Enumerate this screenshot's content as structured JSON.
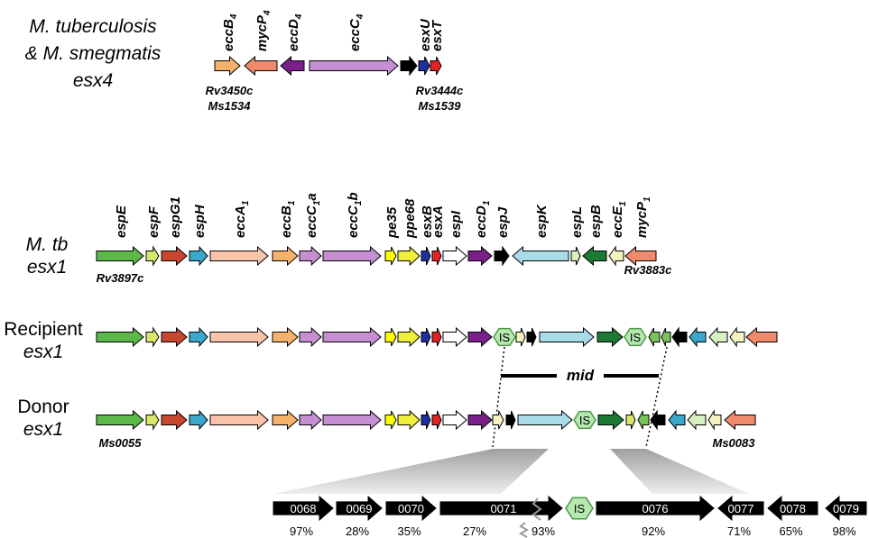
{
  "header": {
    "line1": "M. tuberculosis",
    "line2": "& M. smegmatis",
    "line3": "esx4"
  },
  "esx4": {
    "genes": [
      {
        "name": "eccB",
        "sub": "4",
        "color": "#f6b26b",
        "dir": "right"
      },
      {
        "name": "mycP",
        "sub": "4",
        "color": "#f08a6c",
        "dir": "left"
      },
      {
        "name": "eccD",
        "sub": "4",
        "color": "#7b1f8a",
        "dir": "left"
      },
      {
        "name": "eccC",
        "sub": "4",
        "color": "#c58fd1",
        "dir": "right"
      },
      {
        "name": "",
        "sub": "",
        "color": "#000000",
        "dir": "right"
      },
      {
        "name": "esxU",
        "sub": "",
        "color": "#1f2f9e",
        "dir": "right"
      },
      {
        "name": "esxT",
        "sub": "",
        "color": "#e52222",
        "dir": "right"
      }
    ],
    "locus_left": [
      "Rv3450c",
      "Ms1534"
    ],
    "locus_right": [
      "Rv3444c",
      "Ms1539"
    ]
  },
  "esx1_tb": {
    "row_label_1": "M. tb",
    "row_label_2": "esx1",
    "gene_labels": [
      {
        "name": "espE",
        "sub": ""
      },
      {
        "name": "espF",
        "sub": ""
      },
      {
        "name": "espG1",
        "sub": ""
      },
      {
        "name": "espH",
        "sub": ""
      },
      {
        "name": "eccA",
        "sub": "1"
      },
      {
        "name": "eccB",
        "sub": "1"
      },
      {
        "name": "eccC",
        "sub": "1",
        "suffix": "a"
      },
      {
        "name": "eccC",
        "sub": "1",
        "suffix": "b"
      },
      {
        "name": "pe35",
        "sub": ""
      },
      {
        "name": "ppe68",
        "sub": ""
      },
      {
        "name": "esxB",
        "sub": ""
      },
      {
        "name": "esxA",
        "sub": ""
      },
      {
        "name": "espI",
        "sub": ""
      },
      {
        "name": "eccD",
        "sub": "1"
      },
      {
        "name": "espJ",
        "sub": ""
      },
      {
        "name": "espK",
        "sub": ""
      },
      {
        "name": "espL",
        "sub": ""
      },
      {
        "name": "espB",
        "sub": ""
      },
      {
        "name": "eccE",
        "sub": "1"
      },
      {
        "name": "mycP",
        "sub": "1"
      }
    ],
    "locus_left": "Rv3897c",
    "locus_right": "Rv3883c"
  },
  "recipient": {
    "label_1": "Recipient",
    "label_2": "esx1"
  },
  "donor": {
    "label_1": "Donor",
    "label_2": "esx1",
    "locus_left": "Ms0055",
    "locus_right": "Ms0083"
  },
  "is_label": "IS",
  "mid_label": "mid",
  "detail": {
    "genes": [
      {
        "id": "0068",
        "pct": "97%",
        "dir": "right"
      },
      {
        "id": "0069",
        "pct": "28%",
        "dir": "right"
      },
      {
        "id": "0070",
        "pct": "35%",
        "dir": "right"
      },
      {
        "id": "0071",
        "pct": "27%",
        "dir": "right"
      },
      {
        "id": "0076",
        "pct": "92%",
        "dir": "right"
      },
      {
        "id": "0077",
        "pct": "71%",
        "dir": "left"
      },
      {
        "id": "0078",
        "pct": "65%",
        "dir": "left"
      },
      {
        "id": "0079",
        "pct": "98%",
        "dir": "left"
      }
    ],
    "extra_pct": "93%"
  },
  "colors": {
    "espE": "#5db84a",
    "espF": "#d9e86a",
    "espG1": "#c8472e",
    "espH": "#3aa8cc",
    "eccA": "#f9c4aa",
    "eccB": "#f6b26b",
    "eccC": "#c58fd1",
    "pe35": "#ffff00",
    "ppe68": "#f0ef3c",
    "esxB": "#1f2f9e",
    "esxA": "#e52222",
    "espI": "#ffffff",
    "eccD": "#7b1f8a",
    "espJ": "#000000",
    "espK": "#a9dce9",
    "espL": "#d8efc0",
    "espB": "#1d7a35",
    "eccE": "#f3f3c0",
    "mycP": "#f08a6c",
    "is": "#b6e8b0",
    "ms_small": "#7ac25a",
    "detail": "#000000"
  }
}
